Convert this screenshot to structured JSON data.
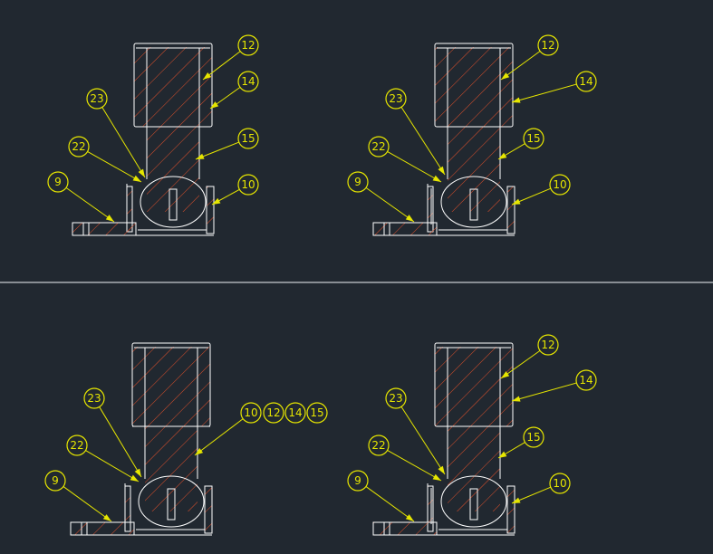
{
  "colors": {
    "background": "#212830",
    "balloon": "#e6e600",
    "hatch": "#e0502a",
    "outline": "#ffffff",
    "divider": "#c8ccd0"
  },
  "views": [
    {
      "id": "top-left",
      "balloons": [
        {
          "label": "12"
        },
        {
          "label": "14"
        },
        {
          "label": "15"
        },
        {
          "label": "10"
        },
        {
          "label": "23"
        },
        {
          "label": "22"
        },
        {
          "label": "9"
        }
      ]
    },
    {
      "id": "top-right",
      "balloons": [
        {
          "label": "12"
        },
        {
          "label": "14"
        },
        {
          "label": "15"
        },
        {
          "label": "10"
        },
        {
          "label": "23"
        },
        {
          "label": "22"
        },
        {
          "label": "9"
        }
      ]
    },
    {
      "id": "bottom-left",
      "balloons": [
        {
          "label": "10"
        },
        {
          "label": "12"
        },
        {
          "label": "14"
        },
        {
          "label": "15"
        },
        {
          "label": "23"
        },
        {
          "label": "22"
        },
        {
          "label": "9"
        }
      ]
    },
    {
      "id": "bottom-right",
      "balloons": [
        {
          "label": "12"
        },
        {
          "label": "14"
        },
        {
          "label": "15"
        },
        {
          "label": "10"
        },
        {
          "label": "23"
        },
        {
          "label": "22"
        },
        {
          "label": "9"
        }
      ]
    }
  ]
}
